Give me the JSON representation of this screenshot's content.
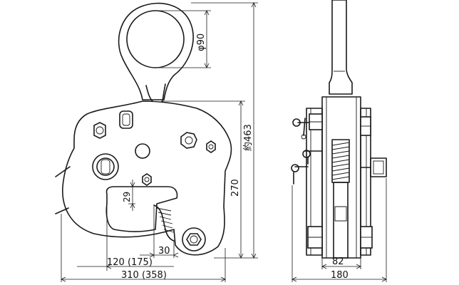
{
  "dimensions": {
    "ring_diameter": "φ90",
    "overall_height": "約463",
    "body_height": "270",
    "jaw_gap": "29",
    "jaw_depth": "30",
    "jaw_length": "120 (175)",
    "overall_length": "310 (358)",
    "side_depth": "82",
    "side_width": "180"
  }
}
